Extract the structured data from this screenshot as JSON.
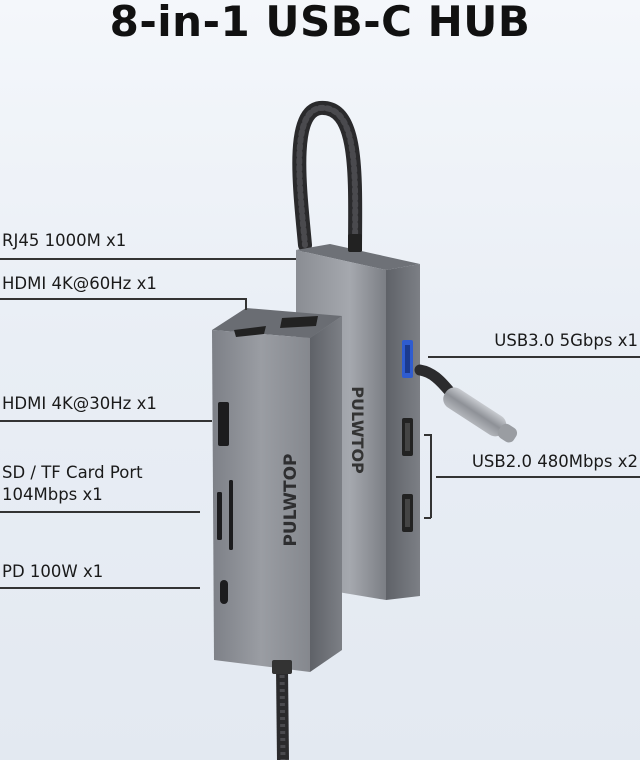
{
  "title": "8-in-1 USB-C HUB",
  "brand": "PULWTOP",
  "ports_left": [
    {
      "id": "rj45",
      "label": "RJ45 1000M x1"
    },
    {
      "id": "hdmi60",
      "label": "HDMI 4K@60Hz x1"
    },
    {
      "id": "hdmi30",
      "label": "HDMI 4K@30Hz x1"
    },
    {
      "id": "sdtf",
      "label": "SD / TF Card Port",
      "label2": "104Mbps x1"
    },
    {
      "id": "pd",
      "label": "PD 100W x1"
    }
  ],
  "ports_right": [
    {
      "id": "usb3",
      "label": "USB3.0 5Gbps x1"
    },
    {
      "id": "usb2",
      "label": "USB2.0 480Mbps x2"
    }
  ],
  "colors": {
    "aluminum": "#8d9096",
    "usb3_blue": "#2f5ccf",
    "text": "#1a1a1a"
  }
}
